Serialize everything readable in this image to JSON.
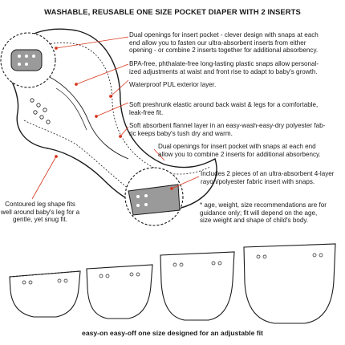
{
  "title": "WASHABLE, REUSABLE ONE SIZE POCKET DIAPER WITH 2 INSERTS",
  "callouts": [
    "Dual openings for insert pocket - clever design with snaps at each\nend allow you to fasten our ultra-absorbent inserts from either\nopening - or combine 2 inserts together for additional absorbency.",
    "BPA-free, phthalate-free long-lasting plastic snaps allow personal-\nized adjustments at waist and front rise to adapt to baby's growth.",
    "Waterproof PUL exterior layer.",
    "Soft preshrunk elastic around back waist & legs for a comfortable,\nleak-free fit.",
    "Soft absorbent flannel layer in an easy-wash-easy-dry polyester fab-\nric keeps baby's tush dry and warm.",
    "Dual openings for insert pocket with snaps at each end\nallow you to combine 2 inserts for additional absorbency.",
    "Includes 2 pieces of an ultra-absorbent 4-layer\nrayon/polyester fabric insert with snaps."
  ],
  "leg_note": "Contoured leg shape fits\nwell around baby's leg for a\ngentle, yet snug fit.",
  "disclaimer": "* age, weight, size recommendations are for\nguidance only; fit will depend on the age,\nsize weight and shape of child's body.",
  "footer": "easy-on easy-off one size designed for an adjustable fit",
  "colors": {
    "ink": "#1a1a1a",
    "callout_line": "#d9361f",
    "circle_fill": "#9a9a9a"
  }
}
